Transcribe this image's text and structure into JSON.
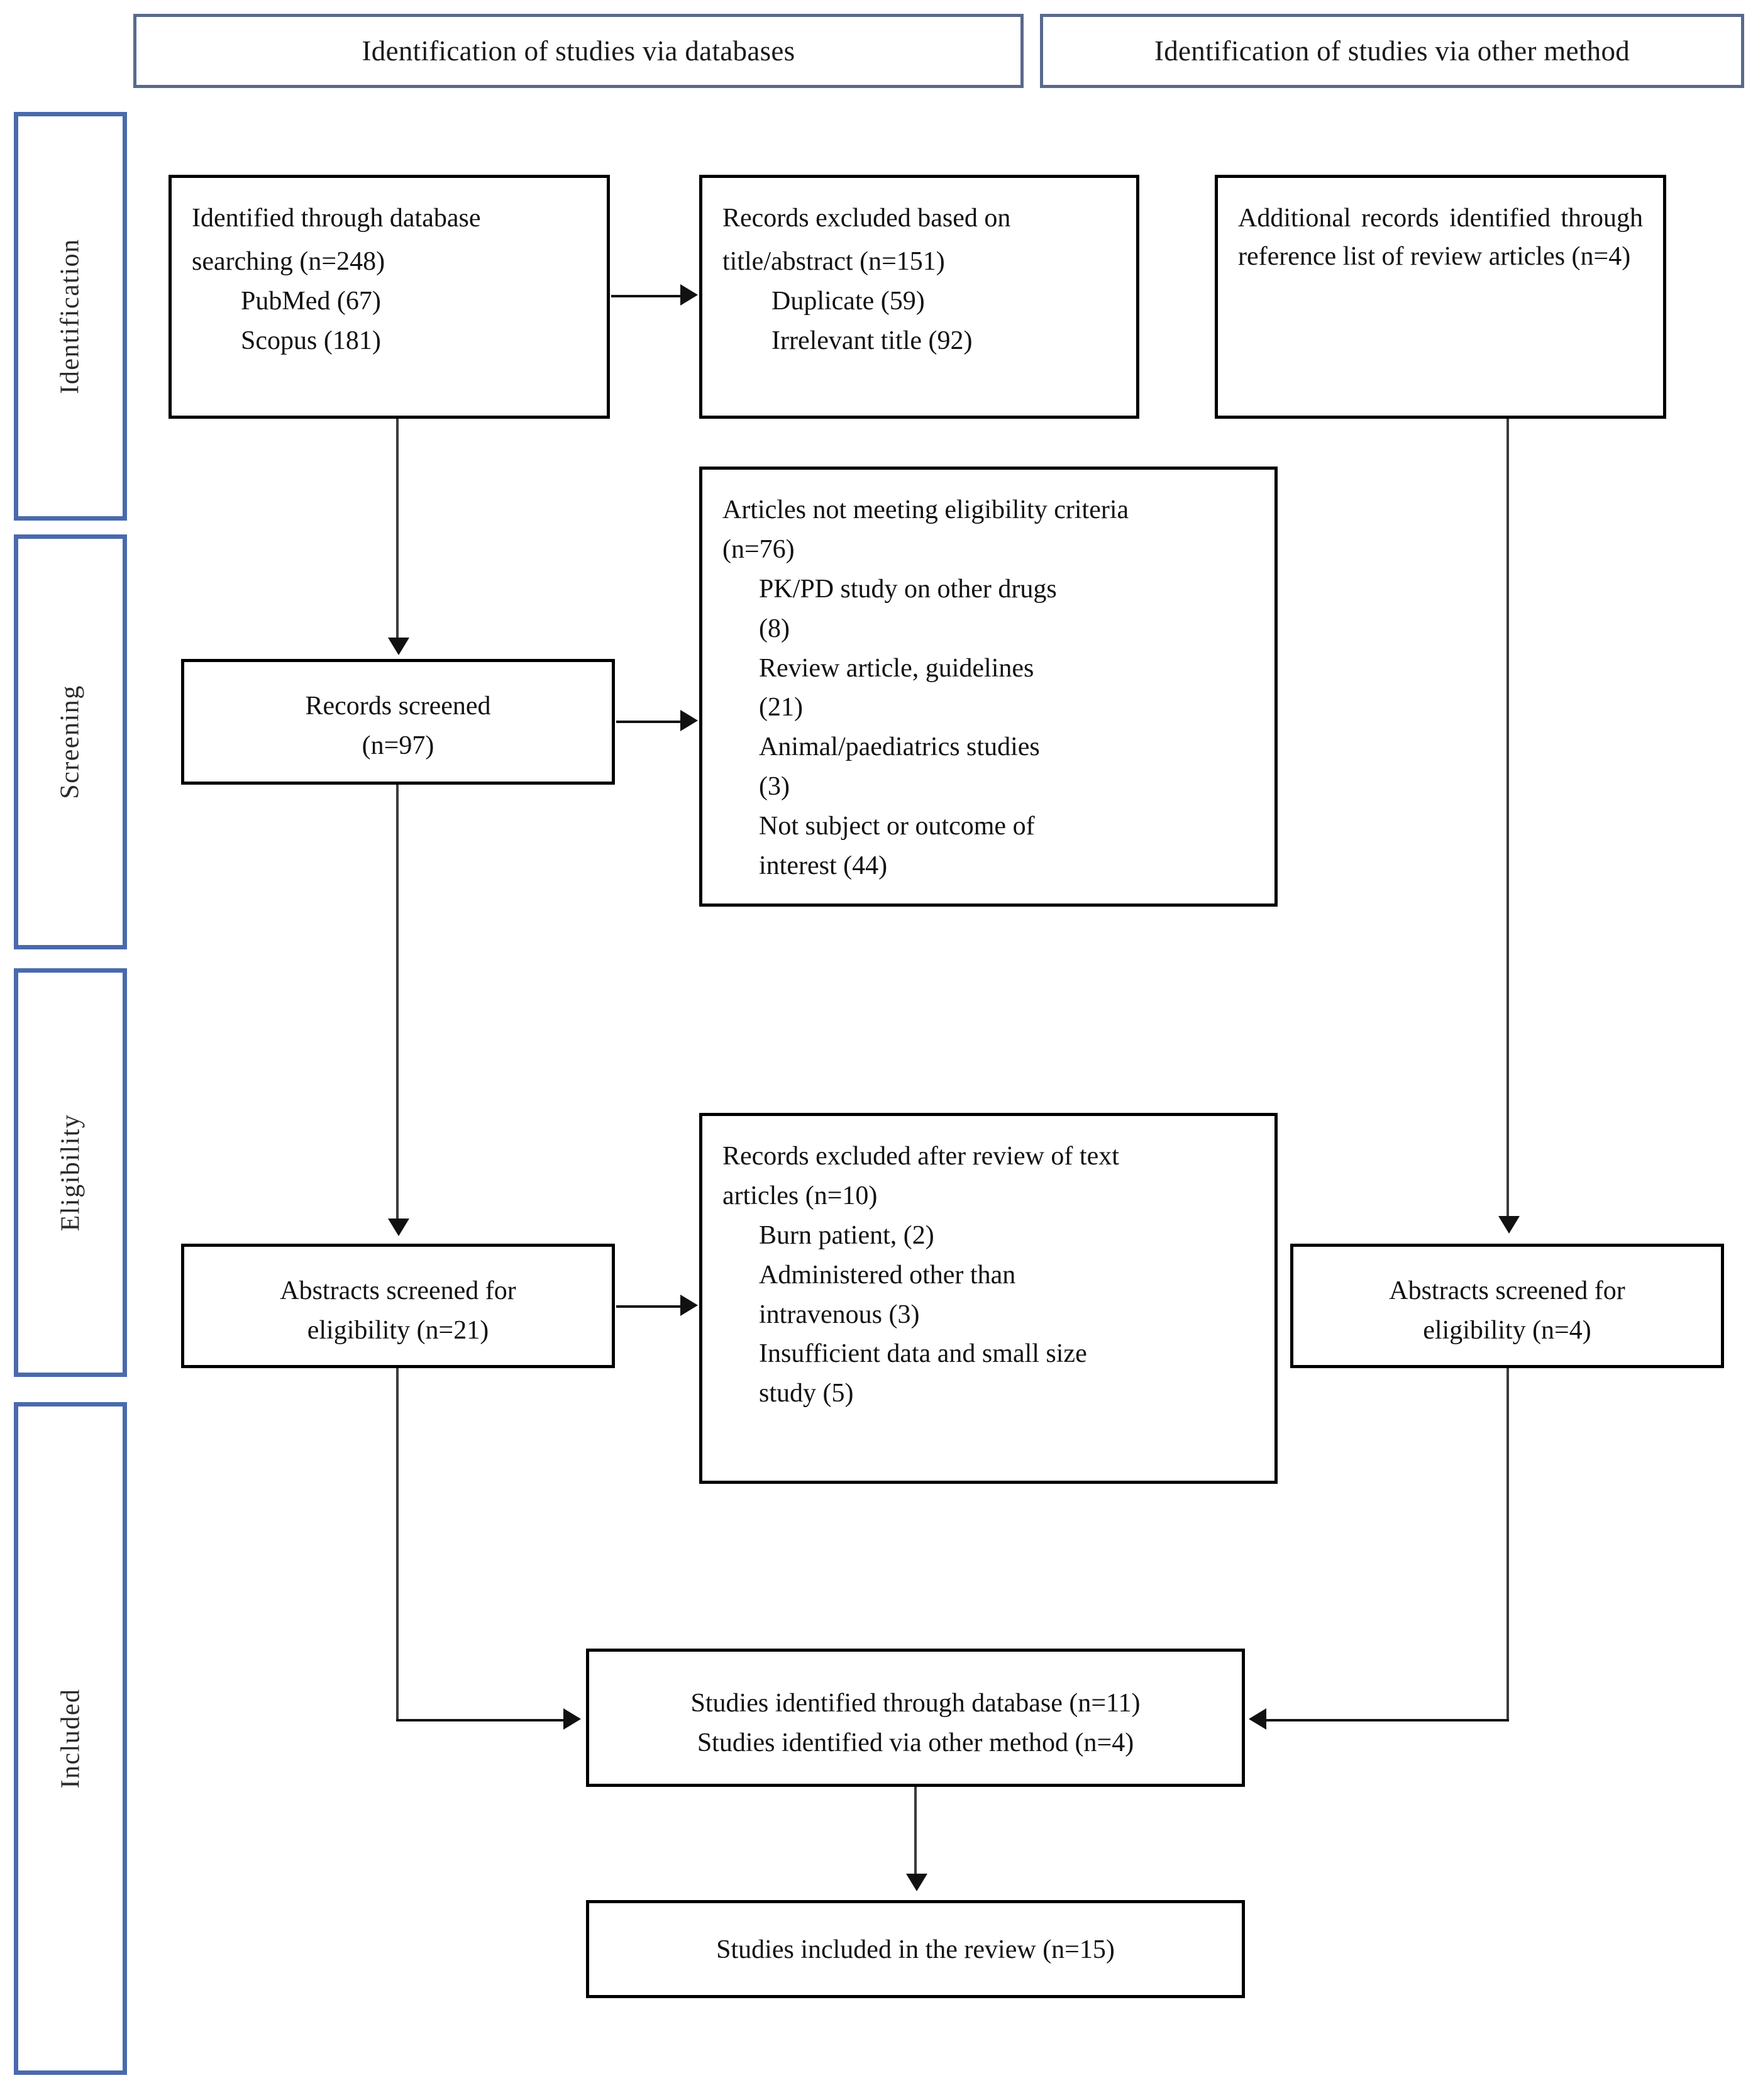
{
  "diagram": {
    "type": "prisma-flow-diagram",
    "headers": [
      {
        "id": "databases",
        "label": "Identification of studies via databases"
      },
      {
        "id": "other-method",
        "label": "Identification of studies via other method"
      }
    ],
    "stages": [
      {
        "id": "identification",
        "label": "Identification"
      },
      {
        "id": "screening",
        "label": "Screening"
      },
      {
        "id": "eligibility",
        "label": "Eligibility"
      },
      {
        "id": "included",
        "label": "Included"
      }
    ],
    "boxes": {
      "identified_database": {
        "line1": "Identified through database",
        "line2": "searching (n=248)",
        "item1": "PubMed (67)",
        "item2": "Scopus (181)"
      },
      "records_excluded_title": {
        "line1": "Records excluded based on",
        "line2": "title/abstract (n=151)",
        "item1": "Duplicate (59)",
        "item2": "Irrelevant title (92)"
      },
      "additional_records": {
        "text": "Additional records identified through reference list of review articles (n=4)"
      },
      "articles_not_meeting": {
        "line1": "Articles not meeting eligibility criteria",
        "line2": "(n=76)",
        "item1a": "PK/PD study on other drugs",
        "item1b": "(8)",
        "item2a": "Review article, guidelines",
        "item2b": "(21)",
        "item3a": "Animal/paediatrics studies",
        "item3b": "(3)",
        "item4a": "Not subject or outcome of",
        "item4b": "interest (44)"
      },
      "records_screened": {
        "line1": "Records screened",
        "line2": "(n=97)"
      },
      "records_excluded_text": {
        "line1": "Records excluded after review of text",
        "line2": "articles (n=10)",
        "item1": "Burn patient, (2)",
        "item2a": "Administered other than",
        "item2b": "intravenous (3)",
        "item3a": "Insufficient data and small size",
        "item3b": "study (5)"
      },
      "abstracts_screened_left": {
        "line1": "Abstracts screened for",
        "line2": "eligibility (n=21)"
      },
      "abstracts_screened_right": {
        "line1": "Abstracts screened for",
        "line2": "eligibility (n=4)"
      },
      "studies_identified": {
        "line1": "Studies identified through database (n=11)",
        "line2": "Studies identified via other method (n=4)"
      },
      "studies_included": {
        "line1": "Studies included in the review (n=15)"
      }
    },
    "colors": {
      "rail_border": "#4a6aad",
      "header_border": "#5a6a8c",
      "box_border": "#000000",
      "connector": "#111111",
      "text": "#111111",
      "background": "#ffffff"
    }
  }
}
